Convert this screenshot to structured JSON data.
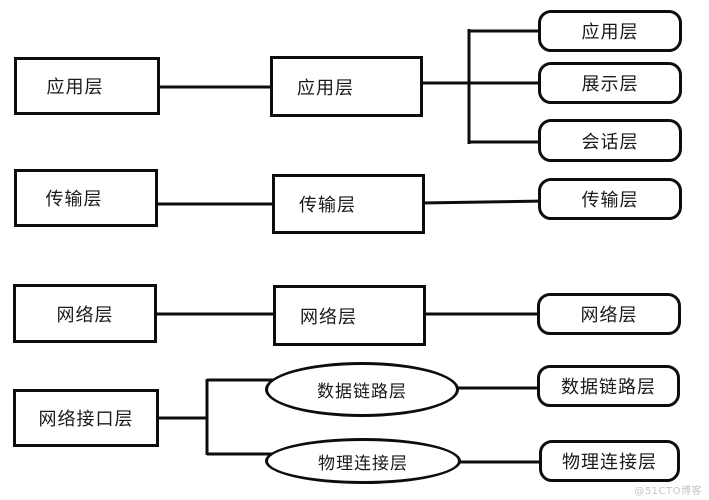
{
  "diagram": {
    "description": "Comparison of network layer models: TCP/IP four-layer model (left), five-layer model (middle), OSI seven-layer model (right)",
    "colors": {
      "stroke": "#0d0d0d",
      "background": "#ffffff",
      "text": "#1a1a1a",
      "watermark_text": "#c6c6c6"
    },
    "left_column": [
      {
        "label": "应用层",
        "shape": "rect"
      },
      {
        "label": "传输层",
        "shape": "rect"
      },
      {
        "label": "网络层",
        "shape": "rect"
      },
      {
        "label": "网络接口层",
        "shape": "rect"
      }
    ],
    "middle_column": [
      {
        "label": "应用层",
        "shape": "rect"
      },
      {
        "label": "传输层",
        "shape": "rect"
      },
      {
        "label": "网络层",
        "shape": "rect"
      },
      {
        "label": "数据链路层",
        "shape": "ellipse"
      },
      {
        "label": "物理连接层",
        "shape": "ellipse"
      }
    ],
    "right_column": [
      {
        "label": "应用层",
        "shape": "rounded"
      },
      {
        "label": "展示层",
        "shape": "rounded"
      },
      {
        "label": "会话层",
        "shape": "rounded"
      },
      {
        "label": "传输层",
        "shape": "rounded"
      },
      {
        "label": "网络层",
        "shape": "rounded"
      },
      {
        "label": "数据链路层",
        "shape": "rounded"
      },
      {
        "label": "物理连接层",
        "shape": "rounded"
      }
    ],
    "watermark": "@51CTO博客"
  }
}
